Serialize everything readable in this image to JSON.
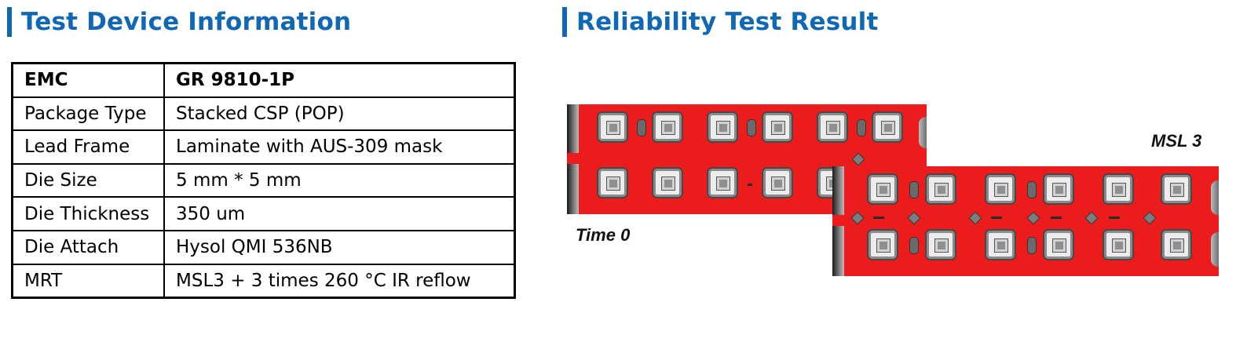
{
  "left_section": {
    "title": "Test Device Information"
  },
  "right_section": {
    "title": "Reliability Test Result"
  },
  "table": {
    "rows": [
      {
        "label": "EMC",
        "value": "GR 9810-1P"
      },
      {
        "label": "Package Type",
        "value": "Stacked CSP (POP)"
      },
      {
        "label": "Lead Frame",
        "value": "Laminate with AUS-309 mask"
      },
      {
        "label": "Die Size",
        "value": "5 mm * 5  mm"
      },
      {
        "label": "Die Thickness",
        "value": "350 um"
      },
      {
        "label": "Die Attach",
        "value": "Hysol QMI 536NB"
      },
      {
        "label": "MRT",
        "value": "MSL3 + 3 times 260 °C IR reflow"
      }
    ]
  },
  "images": {
    "time0": {
      "label": "Time 0"
    },
    "msl3": {
      "label": "MSL 3"
    }
  },
  "colors": {
    "title_blue": "#1068b4",
    "substrate_red": "#ec1c1c"
  }
}
